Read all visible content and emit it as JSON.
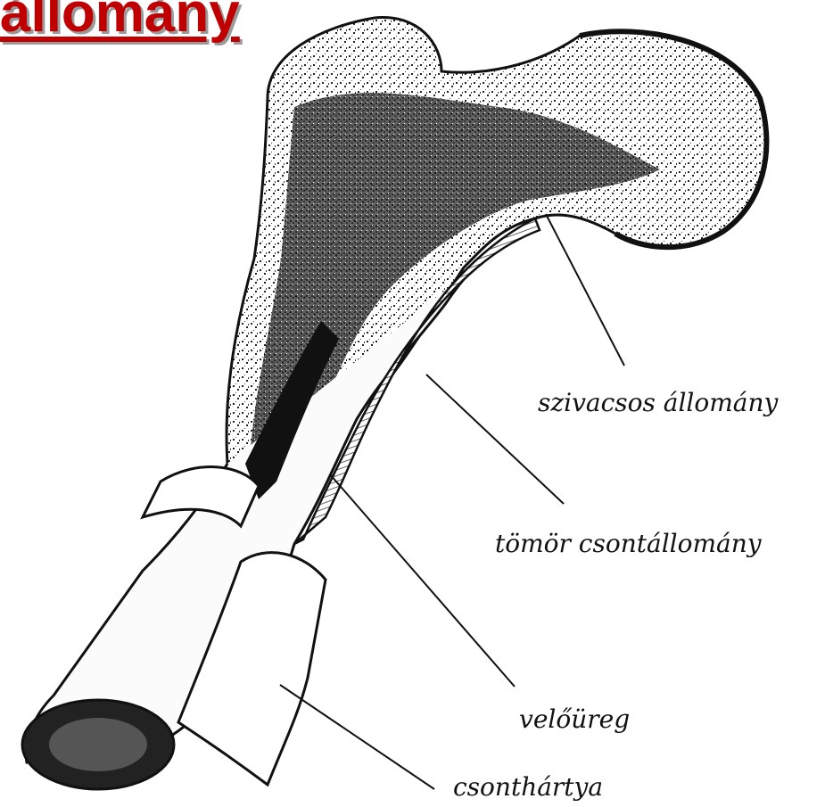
{
  "title": "állomány",
  "labels": {
    "spongy": "szivacsos állomány",
    "compact": "tömör csontállomány",
    "marrow": "velőüreg",
    "periosteum": "csonthártya"
  },
  "colors": {
    "title": "#c00000",
    "ink": "#111111",
    "background": "#ffffff"
  }
}
